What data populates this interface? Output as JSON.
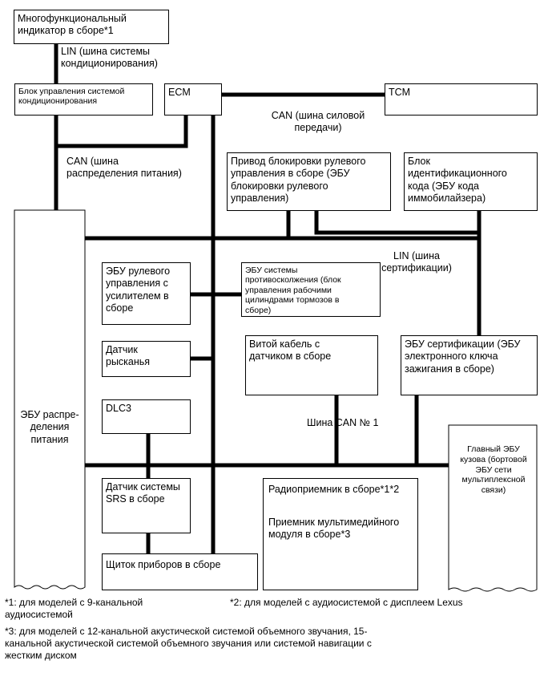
{
  "boxes": {
    "multi_display": "Многофункциональный\nиндикатор в сборе*1",
    "ac_ecu": "Блок управления системой\nкондиционирования",
    "ecm": "ECM",
    "tcm": "TCM",
    "steering_lock": "Привод блокировки рулевого\nуправления в сборе (ЭБУ\nблокировки рулевого\nуправления)",
    "id_code": "Блок\nидентификационного\nкода (ЭБУ кода\nиммобилайзера)",
    "power_dist": "ЭБУ распре-\nделения\nпитания",
    "eps": "ЭБУ рулевого\nуправления с\nусилителем в\nсборе",
    "pre_collision": "ЭБУ системы\nпротивосколжения (блок\nуправления рабочими\nцилиндрами тормозов в\nсборе)",
    "yaw": "Датчик\nрысканья",
    "spiral": "Витой кабель с\nдатчиком в сборе",
    "cert": "ЭБУ сертификации (ЭБУ\nэлектронного ключа\nзажигания в сборе)",
    "dlc3": "DLC3",
    "main_body": "Главный ЭБУ\nкузова (бортовой\nЭБУ сети\nмультиплексной\nсвязи)",
    "srs": "Датчик системы\nSRS в сборе",
    "radio": "Радиоприемник в сборе*1*2",
    "multimedia": "Приемник мультимедийного\nмодуля в сборе*3",
    "combo_meter": "Щиток приборов в сборе"
  },
  "labels": {
    "lin_ac": "LIN (шина системы\nкондиционирования)",
    "can_power": "CAN (шина силовой\nпередачи)",
    "can_dist": "CAN (шина\nраспределения питания)",
    "lin_cert": "LIN (шина\nсертификации)",
    "can_no1": "Шина CAN № 1"
  },
  "footnotes": {
    "fn1": "*1: для моделей с 9-канальной\nаудиосистемой",
    "fn2": "*2: для моделей с аудиосистемой с дисплеем Lexus",
    "fn3": "*3: для моделей с 12-канальной акустической системой объемного звучания, 15-\nканальной акустической системой объемного звучания или системой навигации с\nжестким диском"
  }
}
